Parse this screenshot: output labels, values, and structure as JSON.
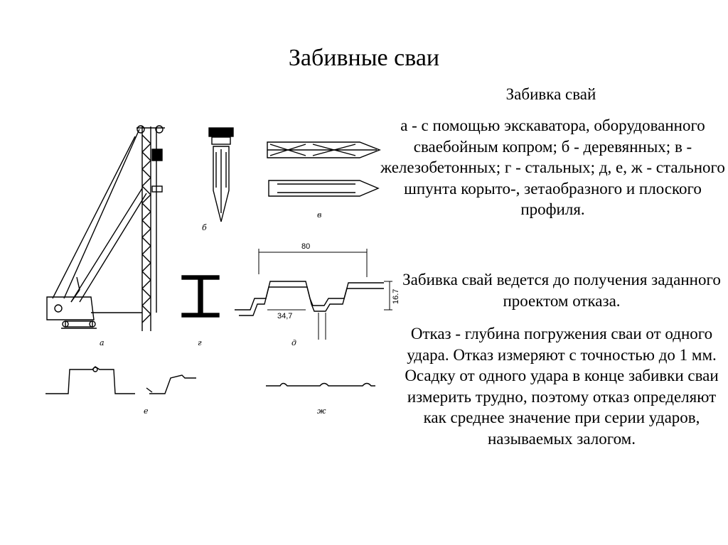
{
  "title": "Забивные сваи",
  "subtitle": "Забивка свай",
  "paragraph1": "а - с помощью экскаватора, оборудованного сваебойным копром; б - деревянных; в - железобетонных; г - стальных; д, е, ж - стального шпунта корыто-, зетаобразного и плоского профиля.",
  "paragraph2": "Забивка свай ведется до получения заданного проектом отказа.",
  "paragraph3": "Отказ - глубина погружения сваи от одного удара. Отказ измеряют с точностью до 1 мм. Осадку от одного удара в конце забивки сваи измерить трудно, поэтому отказ определяют как среднее значение при серии ударов, называемых залогом.",
  "figure": {
    "labels": {
      "a": "а",
      "b": "б",
      "v": "в",
      "g": "г",
      "d": "д",
      "e": "е",
      "zh": "ж"
    },
    "dimensions": {
      "width": "80",
      "inner": "34,7",
      "height": "16,7"
    }
  }
}
